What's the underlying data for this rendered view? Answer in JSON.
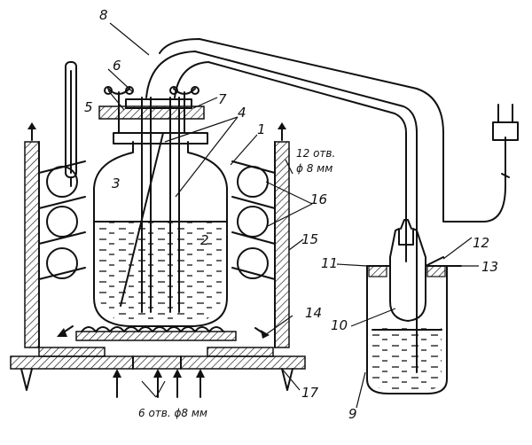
{
  "diagram": {
    "labels": {
      "n1": "1",
      "n2": "2",
      "n3": "3",
      "n4": "4",
      "n5": "5",
      "n6": "6",
      "n7": "7",
      "n8": "8",
      "n9": "9",
      "n10": "10",
      "n11": "11",
      "n12": "12",
      "n13": "13",
      "n14": "14",
      "n15": "15",
      "n16": "16",
      "n17": "17"
    },
    "notes": {
      "holes_top_line1": "12 отв.",
      "holes_top_line2": "ϕ 8 мм",
      "holes_bottom": "6 отв.  ϕ8 мм"
    }
  }
}
